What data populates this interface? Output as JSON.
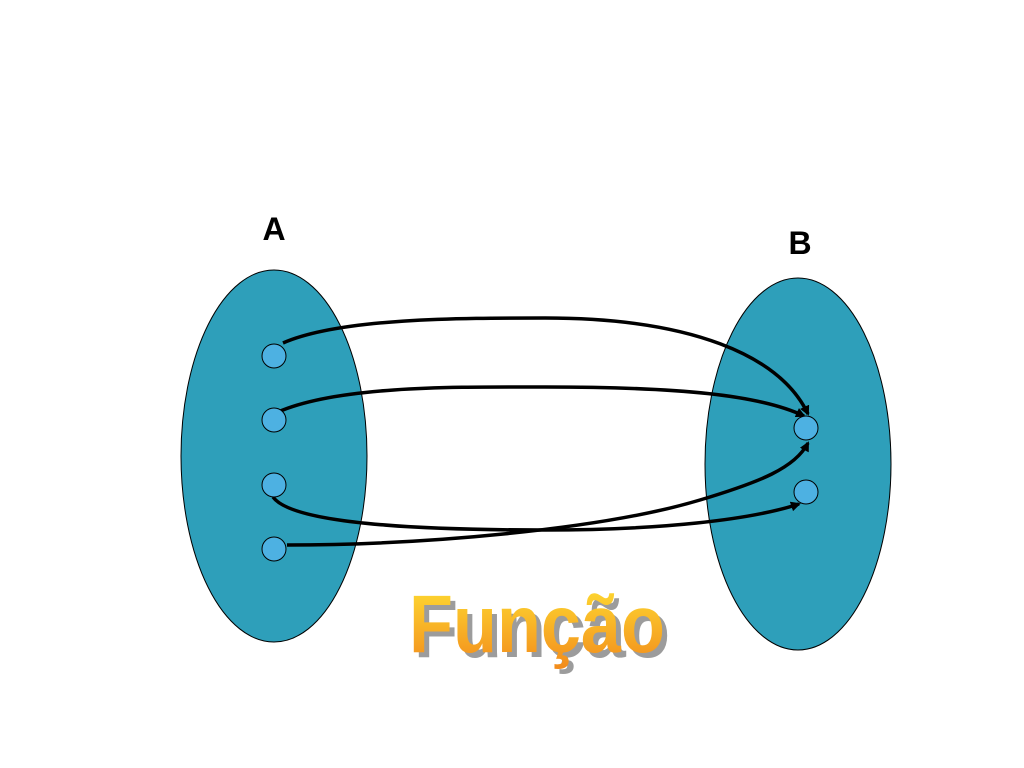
{
  "diagram": {
    "title": "Função",
    "sets": [
      {
        "id": "A",
        "label": "A",
        "elements": 4
      },
      {
        "id": "B",
        "label": "B",
        "elements": 2
      }
    ],
    "mappings": [
      {
        "from": "A.1",
        "to": "B.1"
      },
      {
        "from": "A.2",
        "to": "B.1"
      },
      {
        "from": "A.3",
        "to": "B.2"
      },
      {
        "from": "A.4",
        "to": "B.1"
      }
    ]
  },
  "colors": {
    "set_fill": "#2E9FBA",
    "element_fill": "#4DB1E2",
    "arrow": "#000000",
    "title_top": "#FFE033",
    "title_bottom": "#F28A1B",
    "title_shadow": "#9C9C9C"
  }
}
